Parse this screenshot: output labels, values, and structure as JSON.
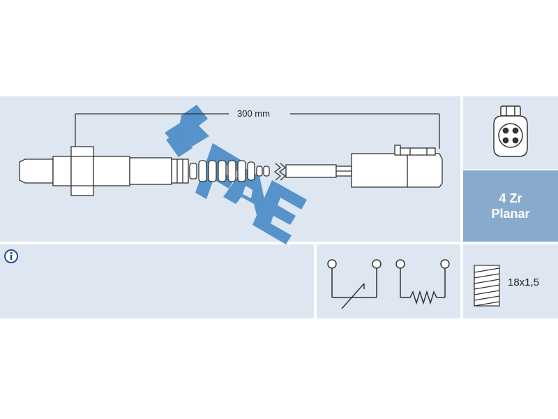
{
  "dimension": {
    "length_label": "300 mm"
  },
  "sensor_type": {
    "line1": "4 Zr",
    "line2": "Planar"
  },
  "thread": {
    "label": "18x1,5"
  },
  "colors": {
    "panel": "#dde6f1",
    "accent": "#88aacd",
    "logo": "#2f7cc0",
    "info_icon": "#1e4f9a"
  },
  "icons": [
    "fae-logo",
    "info-icon",
    "connector-icon",
    "thermistor-symbol",
    "heater-symbol",
    "thread-icon"
  ]
}
